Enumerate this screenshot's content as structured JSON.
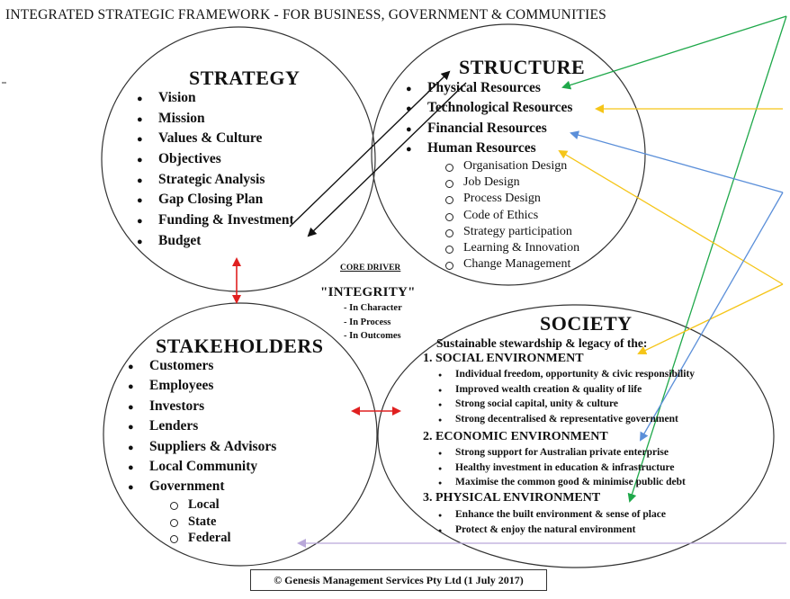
{
  "title": "INTEGRATED STRATEGIC FRAMEWORK - FOR BUSINESS, GOVERNMENT & COMMUNITIES",
  "strategy": {
    "heading": "STRATEGY",
    "items": [
      "Vision",
      "Mission",
      "Values & Culture",
      "Objectives",
      "Strategic Analysis",
      "Gap Closing Plan",
      "Funding & Investment",
      "Budget"
    ]
  },
  "structure": {
    "heading": "STRUCTURE",
    "items": [
      "Physical Resources",
      "Technological Resources",
      "Financial Resources",
      "Human Resources"
    ],
    "human_resources_sub": [
      "Organisation Design",
      "Job Design",
      "Process Design",
      "Code of Ethics",
      "Strategy participation",
      "Learning & Innovation",
      "Change Management"
    ]
  },
  "core": {
    "label": "CORE DRIVER",
    "heading": "\"INTEGRITY\"",
    "items": [
      "- In Character",
      "- In Process",
      "- In Outcomes"
    ]
  },
  "stakeholders": {
    "heading": "STAKEHOLDERS",
    "items": [
      "Customers",
      "Employees",
      "Investors",
      "Lenders",
      "Suppliers & Advisors",
      "Local Community",
      "Government"
    ],
    "government_sub": [
      "Local",
      "State",
      "Federal"
    ]
  },
  "society": {
    "heading": "SOCIETY",
    "subheading": "Sustainable stewardship & legacy of the:",
    "sections": [
      {
        "title": "1. SOCIAL ENVIRONMENT",
        "items": [
          "Individual freedom, opportunity & civic responsibility",
          "Improved wealth creation & quality of life",
          "Strong social capital, unity & culture",
          "Strong decentralised & representative government"
        ]
      },
      {
        "title": "2. ECONOMIC ENVIRONMENT",
        "items": [
          "Strong support for Australian private enterprise",
          "Healthy investment in education & infrastructure",
          "Maximise the common good & minimise public debt"
        ]
      },
      {
        "title": "3. PHYSICAL ENVIRONMENT",
        "items": [
          "Enhance the built environment & sense of place",
          "Protect & enjoy the natural environment"
        ]
      }
    ]
  },
  "copyright": "© Genesis Management Services Pty Ltd (1 July 2017)",
  "colors": {
    "green": "#1fa84a",
    "yellow": "#f5c518",
    "blue": "#5b8fd9",
    "red": "#e02020",
    "lavender": "#b9a8d9",
    "black": "#111111"
  }
}
